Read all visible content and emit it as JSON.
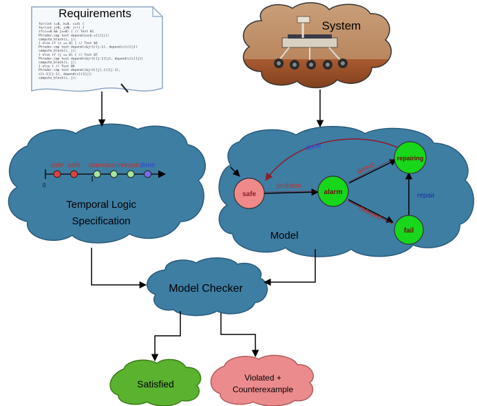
{
  "requirements": {
    "title": "Requirements",
    "code_lines": [
      "for(int i=0, k=0, c=4) {",
      "  for(int j=0; j<N; j++) {",
      "    if(c==0 && j==0) { // Test 01",
      "      Ptrader.cmp test depend(Lock.x[i][j])",
      "        compute_block(i, j);",
      "    } else if (c == 0) { // Test 04",
      "      Ptrader.cmp test depend(i&j+1)[j-1], depend(c[i][j])",
      "        compute_block(i, j);",
      "    } else if (j == 0) { // Test 07",
      "      Ptrader.cmp test depend(i&j+1)[j-1][j], depend(c[i][j])",
      "        compute_block(i, j);",
      "    } else { // Test 06",
      "      Ptrader.cmp test depend(i&j+2)[j],[i][j-1],",
      "                  c[i-1][j-1], depend(c[i][j])",
      "        compute_block(i, j);"
    ]
  },
  "system": {
    "label": "System"
  },
  "spec": {
    "title_line1": "Temporal Logic",
    "title_line2": "Specification",
    "origin_label": "0",
    "timeline": [
      {
        "label": "safe",
        "state": "safe"
      },
      {
        "label": "safe",
        "state": "safe"
      },
      {
        "label": "alarm",
        "state": "alarm"
      },
      {
        "label": "alarm",
        "state": "alarm"
      },
      {
        "label": "repair",
        "state": "repair"
      },
      {
        "label": "done",
        "state": "done"
      }
    ]
  },
  "model": {
    "label": "Model",
    "states": {
      "safe": "safe",
      "alarm": "alarm",
      "repairing": "repairing",
      "fail": "fail"
    },
    "transitions": {
      "problem": "problem",
      "detect": "detect",
      "delayed": "delayed",
      "repair": "repair",
      "done": "done"
    }
  },
  "checker": {
    "label": "Model Checker"
  },
  "results": {
    "satisfied": "Satisfied",
    "violated_line1": "Violated +",
    "violated_line2": "Counterexample"
  },
  "colors": {
    "cloud_blue": "#3e7ea3",
    "satisfied_green": "#5bb22f",
    "violated_pink": "#ec8b8d",
    "safe_node": "#f08a8a",
    "state_green": "#18d61a",
    "transition_red": "#8b1f2b",
    "transition_text_red": "#c03028",
    "done_blue": "#3040d0",
    "repair_blue": "#1a2fa0",
    "timeline_safe": "#e24040",
    "timeline_alarm": "#a8e6a0",
    "timeline_done": "#7a6cf0"
  },
  "icons": {
    "pen": "pen-icon",
    "rover": "mars-rover-image"
  }
}
